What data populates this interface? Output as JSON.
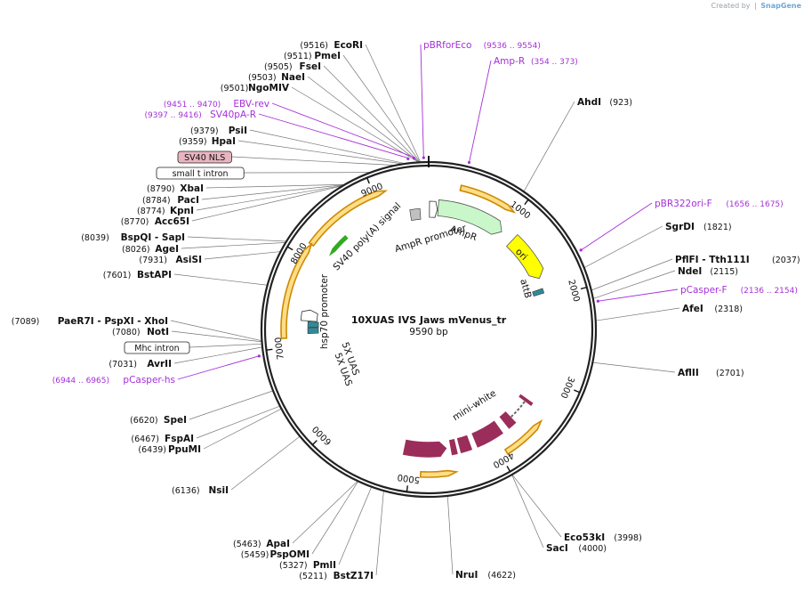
{
  "credit": {
    "prefix": "Created by",
    "brand": "SnapGene"
  },
  "plasmid": {
    "name": "10XUAS IVS Jaws mVenus_tr",
    "length_label": "9590 bp",
    "length": 9590
  },
  "ticks": [
    {
      "pos": 1000,
      "label": "1000"
    },
    {
      "pos": 2000,
      "label": "2000"
    },
    {
      "pos": 3000,
      "label": "3000"
    },
    {
      "pos": 4000,
      "label": "4000"
    },
    {
      "pos": 5000,
      "label": "5000"
    },
    {
      "pos": 6000,
      "label": "6000"
    },
    {
      "pos": 7000,
      "label": "7000"
    },
    {
      "pos": 8000,
      "label": "8000"
    },
    {
      "pos": 9000,
      "label": "9000"
    }
  ],
  "sites_right": [
    {
      "name": "AhdI",
      "pos_label": "(923)",
      "pos": 923
    },
    {
      "name": "SgrDI",
      "pos_label": "(1821)",
      "pos": 1821
    },
    {
      "name": "PflFI - Tth111I",
      "pos_label": "(2037)",
      "pos": 2037
    },
    {
      "name": "NdeI",
      "pos_label": "(2115)",
      "pos": 2115
    },
    {
      "name": "AfeI",
      "pos_label": "(2318)",
      "pos": 2318
    },
    {
      "name": "AflII",
      "pos_label": "(2701)",
      "pos": 2701
    },
    {
      "name": "Eco53kI",
      "pos_label": "(3998)",
      "pos": 3998
    },
    {
      "name": "SacI",
      "pos_label": "(4000)",
      "pos": 4000
    },
    {
      "name": "NruI",
      "pos_label": "(4622)",
      "pos": 4622
    }
  ],
  "sites_left": [
    {
      "name": "EcoRI",
      "pos_label": "(9516)",
      "pos": 9516
    },
    {
      "name": "PmeI",
      "pos_label": "(9511)",
      "pos": 9511
    },
    {
      "name": "FseI",
      "pos_label": "(9505)",
      "pos": 9505
    },
    {
      "name": "NaeI",
      "pos_label": "(9503)",
      "pos": 9503
    },
    {
      "name": "NgoMIV",
      "pos_label": "(9501)",
      "pos": 9501
    },
    {
      "name": "PsiI",
      "pos_label": "(9379)",
      "pos": 9379
    },
    {
      "name": "HpaI",
      "pos_label": "(9359)",
      "pos": 9359
    },
    {
      "name": "XbaI",
      "pos_label": "(8790)",
      "pos": 8790
    },
    {
      "name": "PacI",
      "pos_label": "(8784)",
      "pos": 8784
    },
    {
      "name": "KpnI",
      "pos_label": "(8774)",
      "pos": 8774
    },
    {
      "name": "Acc65I",
      "pos_label": "(8770)",
      "pos": 8770
    },
    {
      "name": "BspQI - SapI",
      "pos_label": "(8039)",
      "pos": 8039
    },
    {
      "name": "AgeI",
      "pos_label": "(8026)",
      "pos": 8026
    },
    {
      "name": "AsiSI",
      "pos_label": "(7931)",
      "pos": 7931
    },
    {
      "name": "BstAPI",
      "pos_label": "(7601)",
      "pos": 7601
    },
    {
      "name": "PaeR7I - PspXI - XhoI",
      "pos_label": "(7089)",
      "pos": 7089
    },
    {
      "name": "NotI",
      "pos_label": "(7080)",
      "pos": 7080
    },
    {
      "name": "AvrII",
      "pos_label": "(7031)",
      "pos": 7031
    },
    {
      "name": "SpeI",
      "pos_label": "(6620)",
      "pos": 6620
    },
    {
      "name": "FspAI",
      "pos_label": "(6467)",
      "pos": 6467
    },
    {
      "name": "PpuMI",
      "pos_label": "(6439)",
      "pos": 6439
    },
    {
      "name": "NsiI",
      "pos_label": "(6136)",
      "pos": 6136
    },
    {
      "name": "ApaI",
      "pos_label": "(5463)",
      "pos": 5463
    },
    {
      "name": "PspOMI",
      "pos_label": "(5459)",
      "pos": 5459
    },
    {
      "name": "PmlI",
      "pos_label": "(5327)",
      "pos": 5327
    },
    {
      "name": "BstZ17I",
      "pos_label": "(5211)",
      "pos": 5211
    }
  ],
  "primers": [
    {
      "name": "pBRforEco",
      "range": "(9536 .. 9554)",
      "pos": 9545
    },
    {
      "name": "Amp-R",
      "range": "(354 .. 373)",
      "pos": 363
    },
    {
      "name": "EBV-rev",
      "range": "(9451 .. 9470)",
      "pos": 9460
    },
    {
      "name": "SV40pA-R",
      "range": "(9397 .. 9416)",
      "pos": 9406
    },
    {
      "name": "pBR322ori-F",
      "range": "(1656 .. 1675)",
      "pos": 1665
    },
    {
      "name": "pCasper-F",
      "range": "(2136 .. 2154)",
      "pos": 2145
    },
    {
      "name": "pCasper-hs",
      "range": "(6944 .. 6965)",
      "pos": 6955
    }
  ],
  "boxed_labels": [
    {
      "name": "SV40 NLS",
      "pos": 9290,
      "fill": "#e8b4c0"
    },
    {
      "name": "small t intron",
      "pos": 9050,
      "fill": "#ffffff"
    },
    {
      "name": "Mhc intron",
      "pos": 7060,
      "fill": "#ffffff"
    }
  ],
  "features": [
    {
      "name": "AmpR",
      "label_text": "AmpR",
      "start": 120,
      "end": 980,
      "color": "#c9f7c9",
      "kind": "arrow"
    },
    {
      "name": "AmpR promoter",
      "label_text": "AmpR promoter",
      "start": 9600,
      "end": 9700,
      "color": "#ffffff",
      "kind": "promoter"
    },
    {
      "name": "ori",
      "label_text": "ori",
      "start": 1150,
      "end": 1740,
      "color": "#ffff00",
      "kind": "arrow"
    },
    {
      "name": "attB",
      "label_text": "attB",
      "start": 1870,
      "end": 1930,
      "color": "#2e8b99",
      "kind": "box"
    },
    {
      "name": "mini-white",
      "label_text": "mini-white",
      "start": 3350,
      "end": 5130,
      "color": "#9b2d5a",
      "kind": "segments"
    },
    {
      "name": "5X UAS a",
      "label_text": "5X UAS",
      "start": 7140,
      "end": 7210,
      "color": "#2e8b99",
      "kind": "box"
    },
    {
      "name": "5X UAS b",
      "label_text": "5X UAS",
      "start": 7220,
      "end": 7290,
      "color": "#2e8b99",
      "kind": "box"
    },
    {
      "name": "hsp70 promoter",
      "label_text": "hsp70 promoter",
      "start": 7300,
      "end": 7440,
      "color": "#ffffff",
      "kind": "promoter"
    },
    {
      "name": "SV40 poly(A) signal",
      "label_text": "SV40 poly(A) signal",
      "start": 9350,
      "end": 9480,
      "color": "#c0c0c0",
      "kind": "box"
    }
  ],
  "orf_arcs": [
    {
      "start": 340,
      "end": 960,
      "dir": 1
    },
    {
      "start": 3440,
      "end": 3930,
      "dir": -1
    },
    {
      "start": 4500,
      "end": 4880,
      "dir": -1
    },
    {
      "start": 8150,
      "end": 9130,
      "dir": 1
    },
    {
      "start": 7100,
      "end": 8150,
      "dir": 1
    }
  ],
  "colors": {
    "backbone": "#222222",
    "orf_fill": "#ffdd88",
    "orf_stroke": "#cc8a00",
    "primer": "#a52fd8",
    "green": "#33aa22"
  }
}
